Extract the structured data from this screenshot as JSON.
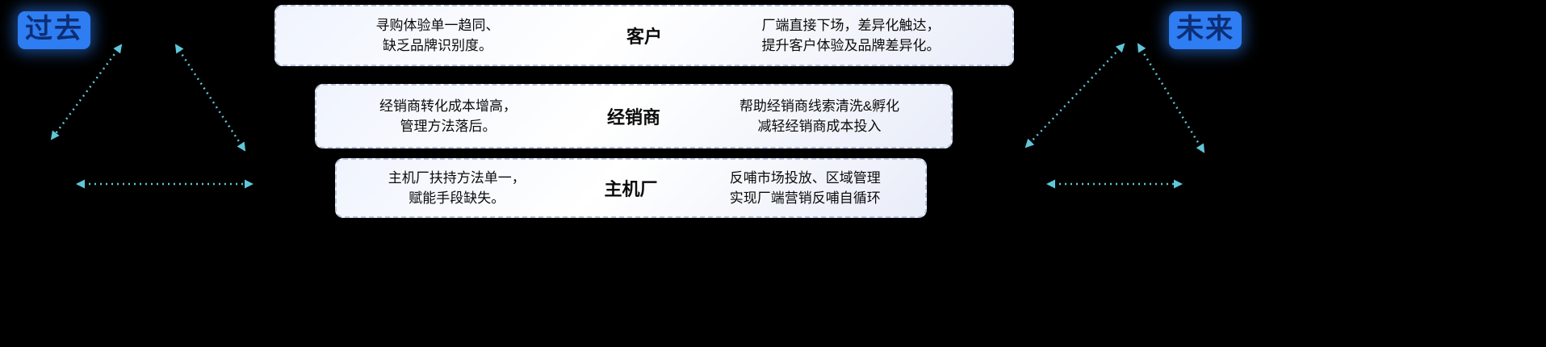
{
  "labels": {
    "past": "过去",
    "future": "未来"
  },
  "rows": [
    {
      "center": "客户",
      "left1": "寻购体验单一趋同、",
      "left2": "缺乏品牌识别度。",
      "right1": "厂端直接下场，差异化触达，",
      "right2": "提升客户体验及品牌差异化。"
    },
    {
      "center": "经销商",
      "left1": "经销商转化成本增高，",
      "left2": "管理方法落后。",
      "right1": "帮助经销商线索清洗&孵化",
      "right2": "减轻经销商成本投入"
    },
    {
      "center": "主机厂",
      "left1": "主机厂扶持方法单一，",
      "left2": "赋能手段缺失。",
      "right1": "反哺市场投放、区域管理",
      "right2": "实现厂端营销反哺自循环"
    }
  ],
  "icons": {
    "past_triangle": "double-headed-dashed-arrow-triangle",
    "future_triangle": "double-headed-dashed-arrow-triangle"
  },
  "colors": {
    "arrow": "#5ec7d9",
    "label_bg": "#2e7df2",
    "label_text": "#0c2e75",
    "background": "#000000"
  }
}
